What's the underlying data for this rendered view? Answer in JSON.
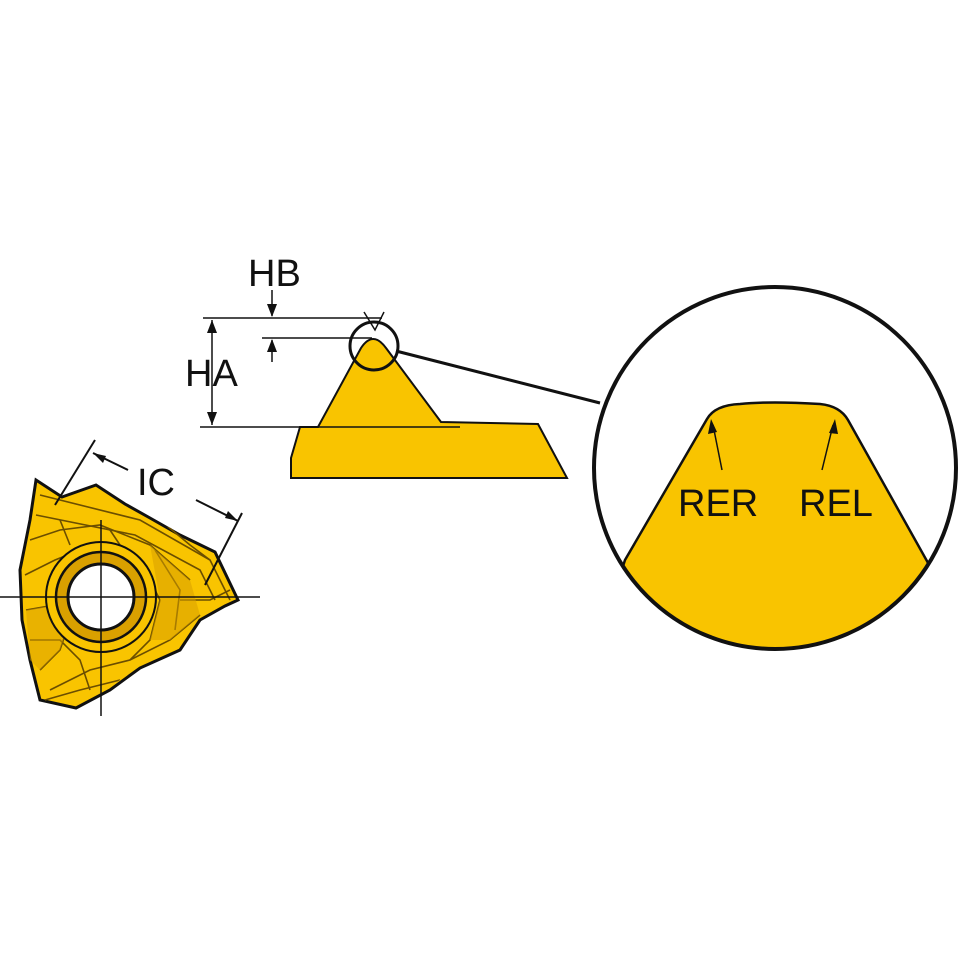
{
  "labels": {
    "hb": "HB",
    "ha": "HA",
    "ic": "IC",
    "rer": "RER",
    "rel": "REL"
  },
  "colors": {
    "insert_fill": "#F9C400",
    "insert_shadow": "#D9A000",
    "outline": "#111111",
    "background": "#FFFFFF"
  }
}
